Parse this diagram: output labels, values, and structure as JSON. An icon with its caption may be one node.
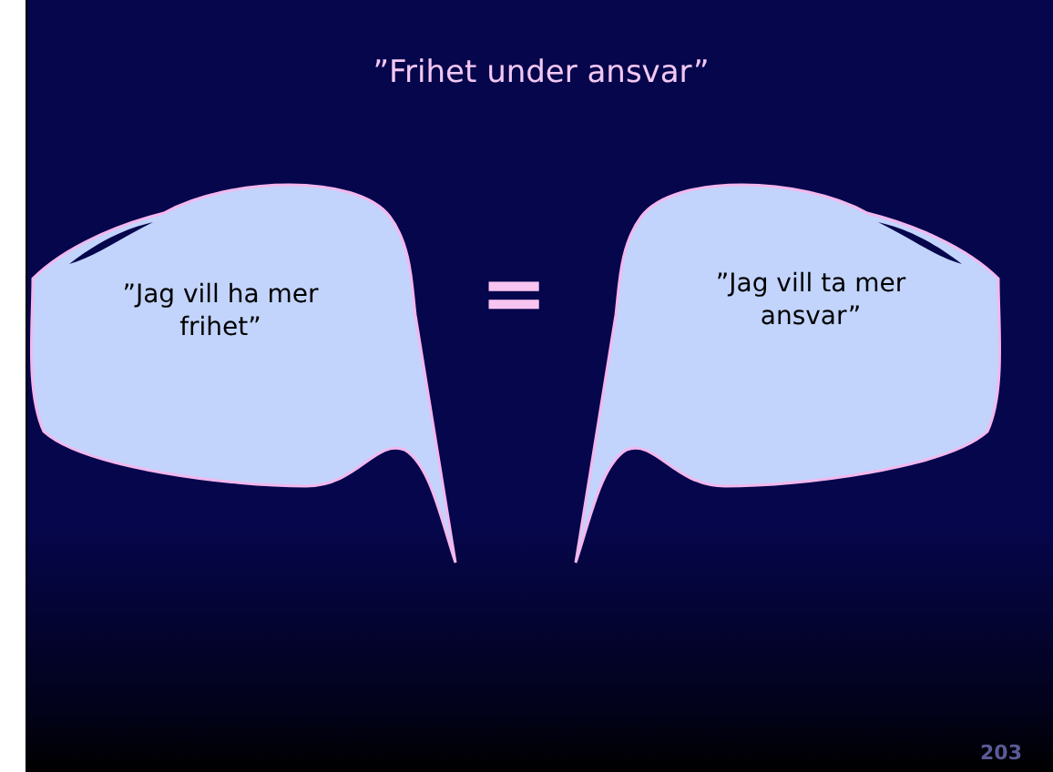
{
  "diagram": {
    "title": "”Frihet under ansvar”",
    "nodes": [
      {
        "text": [
          "”Jag vill ha mer frihet”"
        ]
      },
      {
        "text": [
          "”Jag vill ta mer ansvar”"
        ]
      }
    ],
    "labels": [
      "=",
      "203"
    ]
  }
}
